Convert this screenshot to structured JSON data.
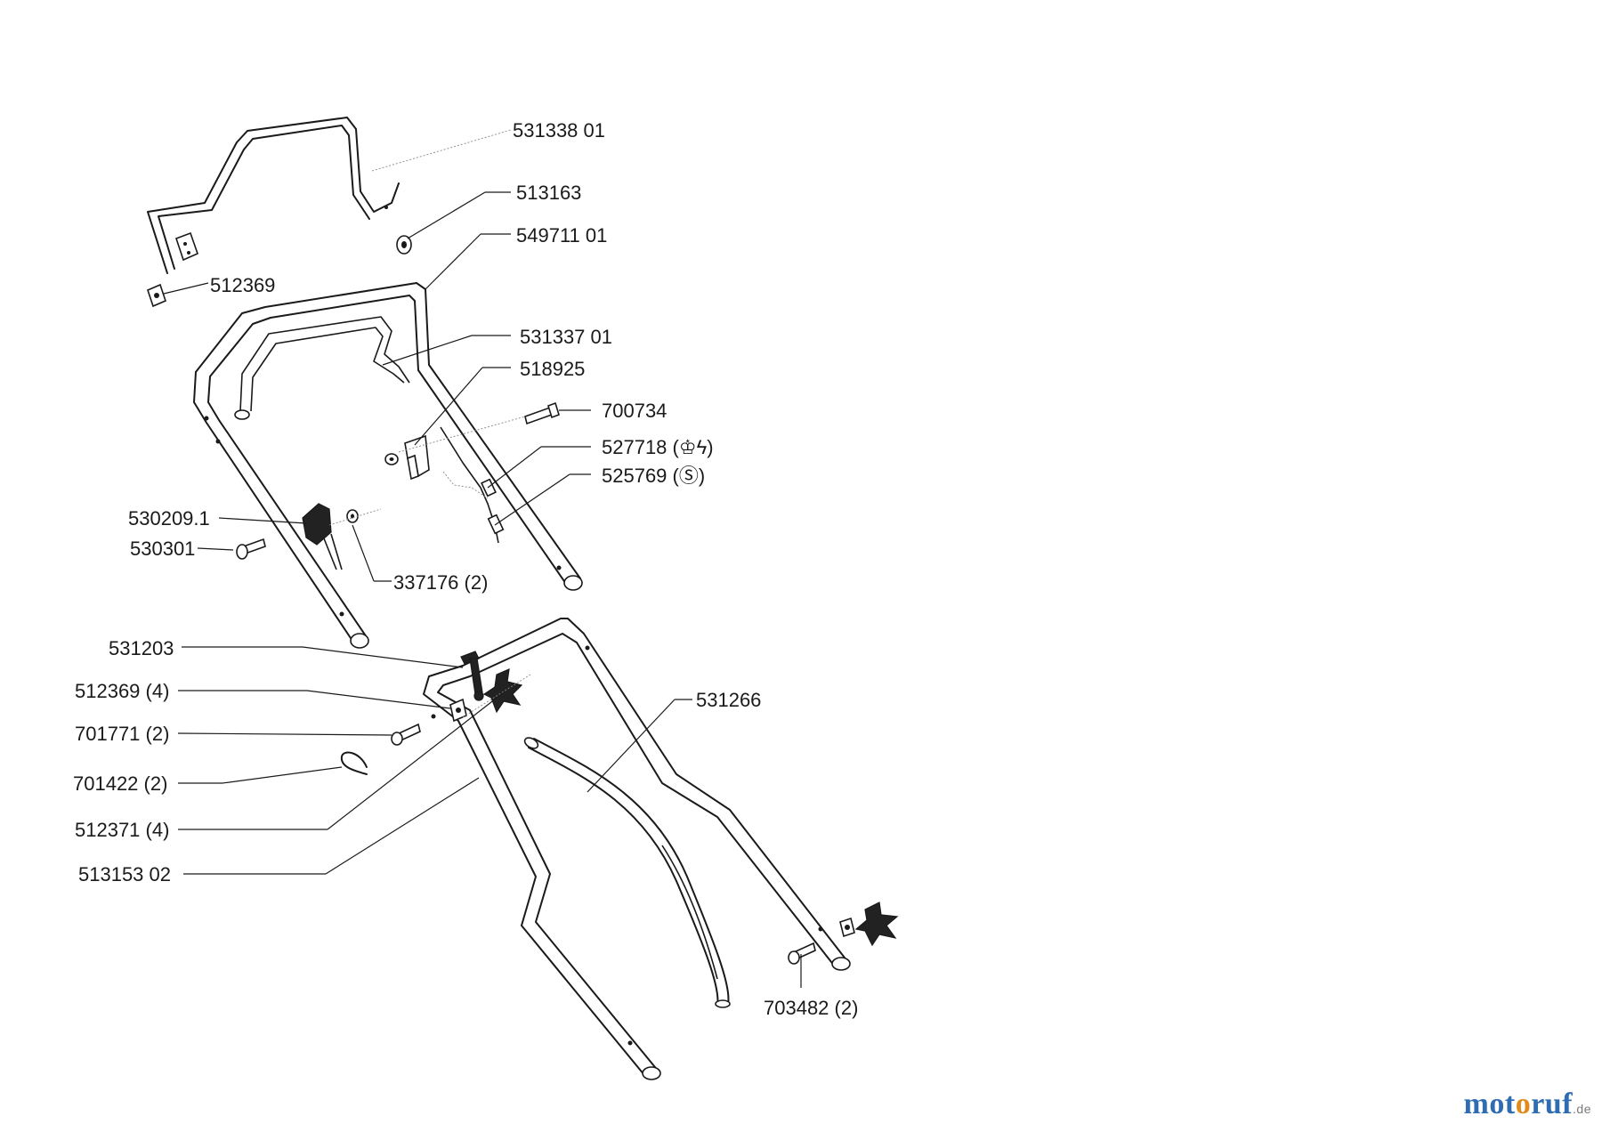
{
  "labels": [
    "531338 01",
    "513163",
    "549711 01",
    "512369",
    "531337 01",
    "518925",
    "700734",
    "527718 (♔ϟ)",
    "525769 (Ⓢ)",
    "530209.1",
    "530301",
    "337176 (2)",
    "531203",
    "512369 (4)",
    "701771 (2)",
    "701422 (2)",
    "512371 (4)",
    "513153 02",
    "531266",
    "703482 (2)"
  ],
  "watermark": {
    "part_a": "mot",
    "part_b": "o",
    "part_c": "ruf",
    "tld": ".de"
  },
  "colors": {
    "line": "#1a1a1a",
    "watermark_blue": "#2f6db3",
    "watermark_orange": "#e28a1c"
  }
}
